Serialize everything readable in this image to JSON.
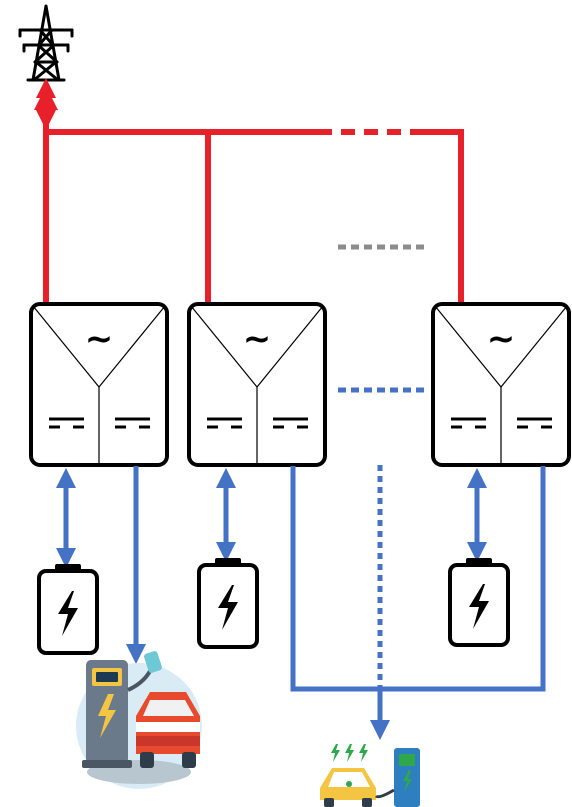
{
  "diagram": {
    "colors": {
      "ac_bus": "#e8202a",
      "dc_link": "#4472c4",
      "dotted_link": "#4472c4",
      "continuation_gray": "#8c8c8c",
      "outline": "#000000",
      "charger_body": "#6b7a8a",
      "car_red": "#e84a2e",
      "car_circle_bg": "#d9ecf5",
      "charger_yellow": "#f4c542",
      "green": "#2ea84a"
    },
    "grid": {
      "icon": "transmission-tower-icon"
    },
    "inverters": [
      {
        "id": "inverter-1",
        "ac_symbol": "~",
        "dc_symbols": [
          "=",
          "="
        ]
      },
      {
        "id": "inverter-2",
        "ac_symbol": "~",
        "dc_symbols": [
          "=",
          "="
        ]
      },
      {
        "id": "inverter-n",
        "ac_symbol": "~",
        "dc_symbols": [
          "=",
          "="
        ]
      }
    ],
    "batteries": [
      {
        "id": "battery-1",
        "icon": "battery-bolt-icon"
      },
      {
        "id": "battery-2",
        "icon": "battery-bolt-icon"
      },
      {
        "id": "battery-n",
        "icon": "battery-bolt-icon"
      }
    ],
    "chargers": [
      {
        "id": "ev-charger-1",
        "icon": "ev-charging-station-icon"
      },
      {
        "id": "ev-charger-shared",
        "icon": "ev-car-charging-icon"
      }
    ]
  }
}
